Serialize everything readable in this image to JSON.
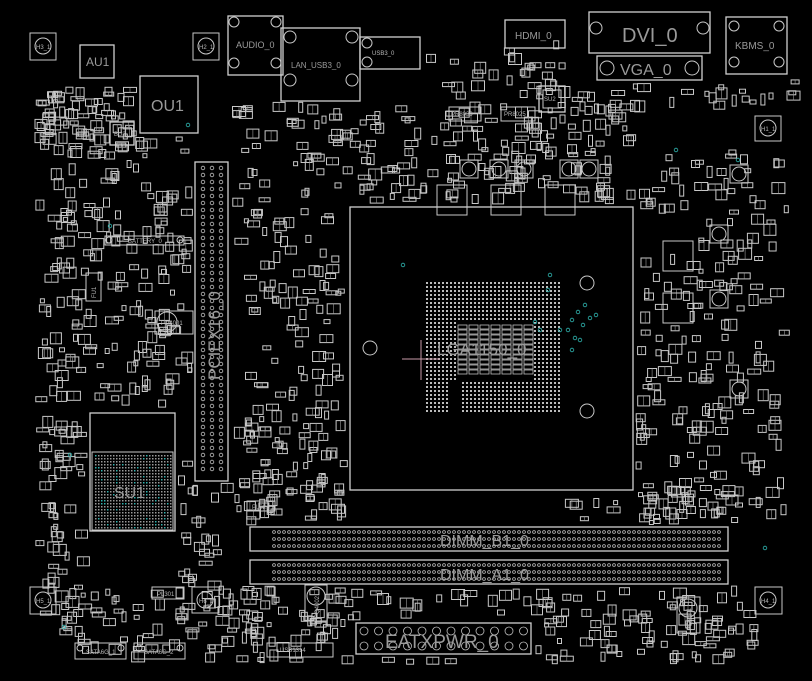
{
  "board": {
    "background": "#000000",
    "outline_color": "#c8c8c8",
    "via_color": "#2fb5b0",
    "marker_color": "#c89aa8"
  },
  "labels": {
    "h3": "H3_1",
    "au1": "AU1",
    "h2": "H2_1",
    "ou1": "OU1",
    "bu3": "BU3",
    "audio": "AUDIO_0",
    "lan": "LAN_USB3_0",
    "usb": "USB3_0",
    "hdmi": "HDMI_0",
    "dvi": "DVI_0",
    "vga": "VGA_0",
    "kbms": "KBMS_0",
    "su2": "SU2",
    "h1": "H1_1",
    "prr1": "PR8039",
    "prr2": "PR8025",
    "battery": "BATTERY_0",
    "fu1": "FU1",
    "pu4001": "PU4001",
    "pciex16": "PCIEX16_0",
    "socket": "LGA1150_0",
    "su1": "SU1",
    "pl221": "PL221",
    "dimm_b": "DIMM_B1_0",
    "dimm_a": "DIMM_A1_0",
    "eatxpwr": "EATXPWR_0",
    "sata1": "SATA6G_1",
    "sata2": "SATA6G_2",
    "h5": "H5_1",
    "h6": "H6_1",
    "h4": "H4_1",
    "pl301": "PL301",
    "pq4002": "PQ4002",
    "pq4501": "PQ4501",
    "usbhdr": "USB1314"
  }
}
